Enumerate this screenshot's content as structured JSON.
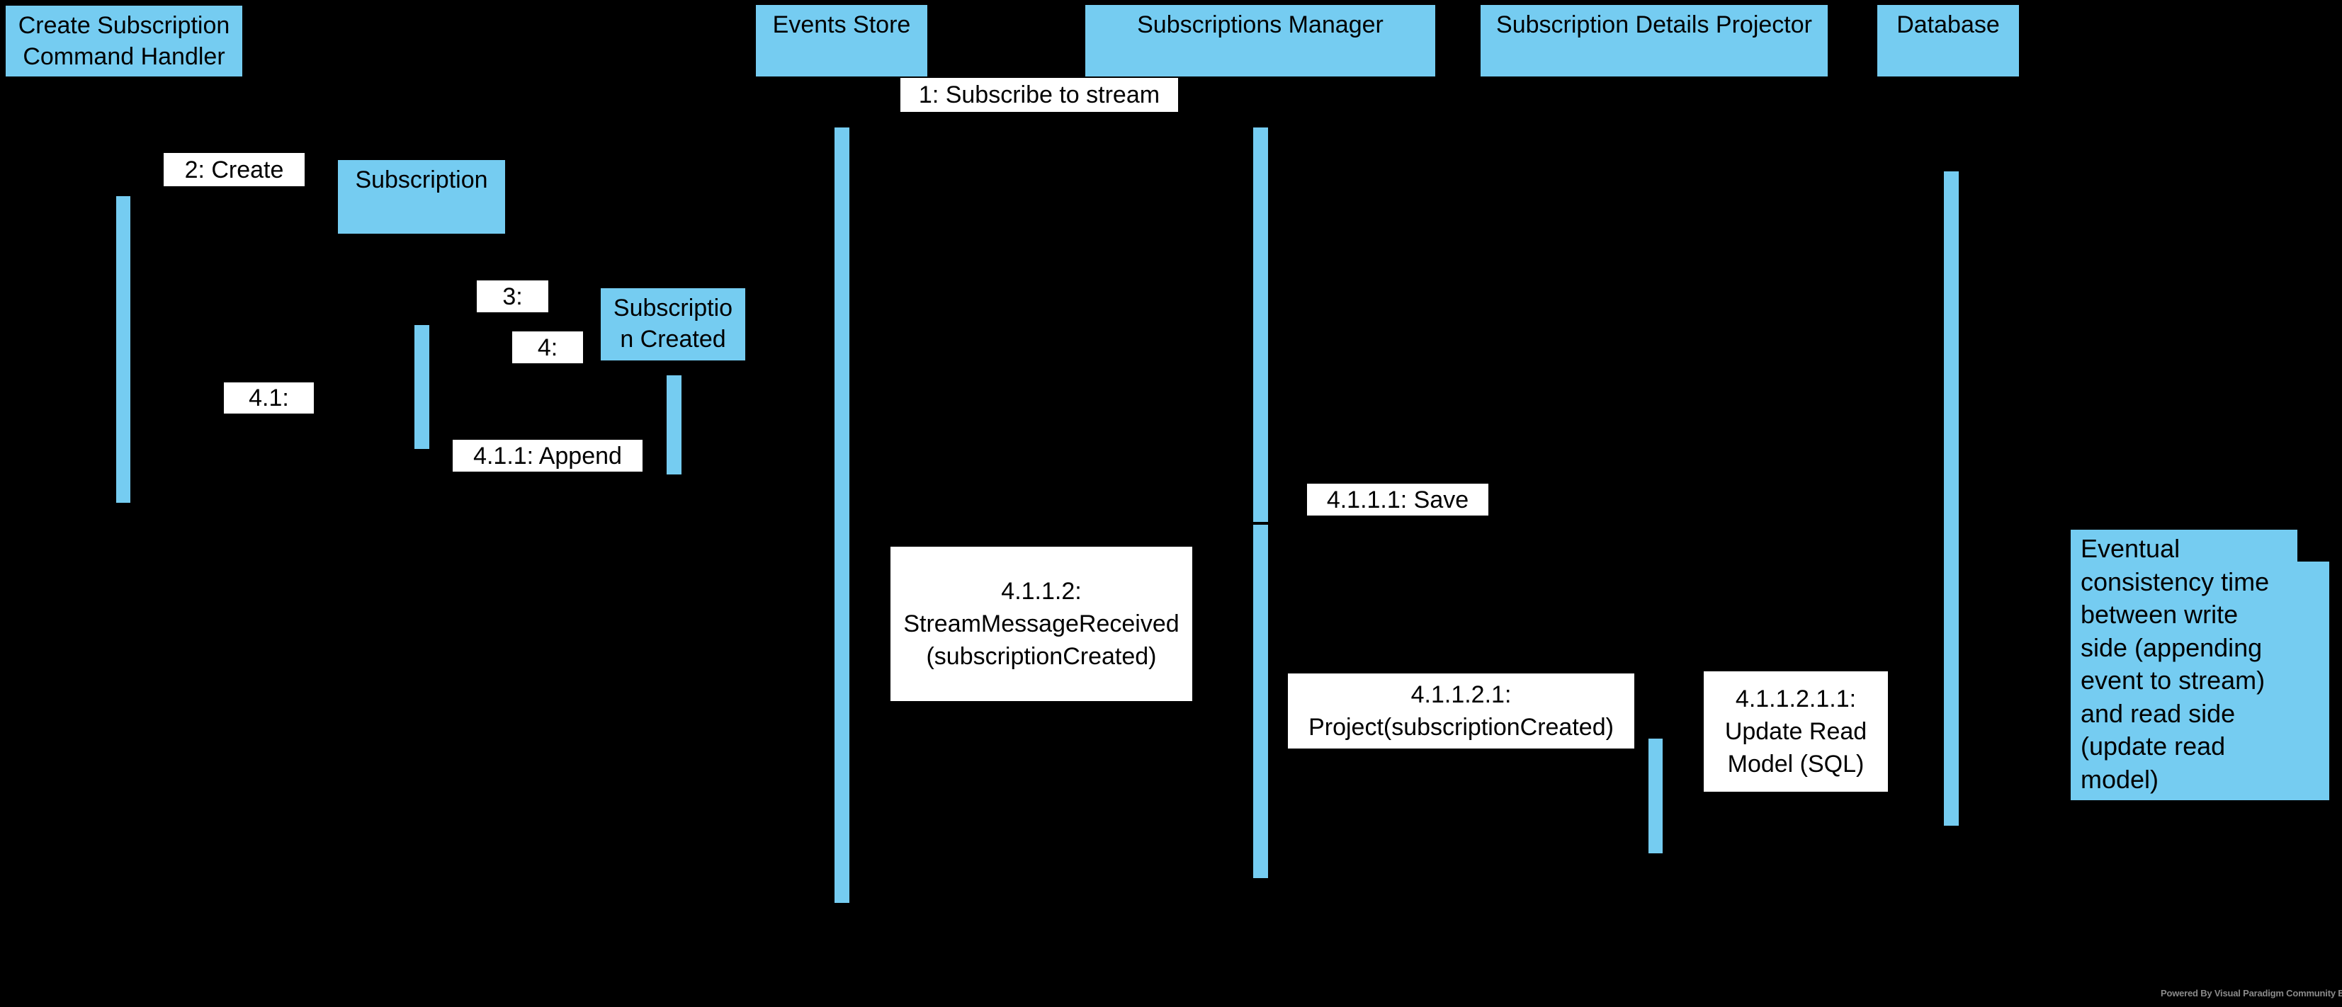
{
  "colors": {
    "background": "#000000",
    "shape_fill": "#75CCF1",
    "label_background": "#FFFFFF",
    "text": "#000000",
    "watermark_text": "#8A8A8A",
    "watermark_logo_red": "#C62E2E"
  },
  "diagram": {
    "lifelines": [
      {
        "name": "create-subscription-command-handler",
        "label_lines": [
          "Create Subscription",
          "Command Handler"
        ]
      },
      {
        "name": "events-store",
        "label_lines": [
          "Events Store"
        ]
      },
      {
        "name": "subscriptions-manager",
        "label_lines": [
          "Subscriptions Manager"
        ]
      },
      {
        "name": "subscription-details-projector",
        "label_lines": [
          "Subscription Details Projector"
        ]
      },
      {
        "name": "database",
        "label_lines": [
          "Database"
        ]
      }
    ],
    "objects": [
      {
        "name": "subscription",
        "label_lines": [
          "Subscription"
        ]
      },
      {
        "name": "subscription-created",
        "label_lines": [
          "Subscriptio",
          "n Created"
        ]
      }
    ],
    "messages": [
      {
        "id": "1",
        "text": "1: Subscribe to stream"
      },
      {
        "id": "2",
        "text": "2: Create"
      },
      {
        "id": "3",
        "text": "3:"
      },
      {
        "id": "4",
        "text": "4:"
      },
      {
        "id": "4.1",
        "text": "4.1:"
      },
      {
        "id": "4.1.1",
        "text": "4.1.1: Append"
      },
      {
        "id": "4.1.1.1",
        "text": "4.1.1.1: Save"
      },
      {
        "id": "4.1.1.2",
        "lines": [
          "4.1.1.2:",
          "StreamMessageReceived",
          "(subscriptionCreated)"
        ]
      },
      {
        "id": "4.1.1.2.1",
        "lines": [
          "4.1.1.2.1:",
          "Project(subscriptionCreated)"
        ]
      },
      {
        "id": "4.1.1.2.1.1",
        "lines": [
          "4.1.1.2.1.1:",
          "Update Read",
          "Model (SQL)"
        ]
      }
    ],
    "note": {
      "lines": [
        "Eventual",
        "consistency time",
        "between write",
        "side (appending",
        "event to stream)",
        "and read side",
        "(update read",
        "model)"
      ]
    },
    "watermark": {
      "text": "Powered By Visual Paradigm Community Edition"
    }
  }
}
